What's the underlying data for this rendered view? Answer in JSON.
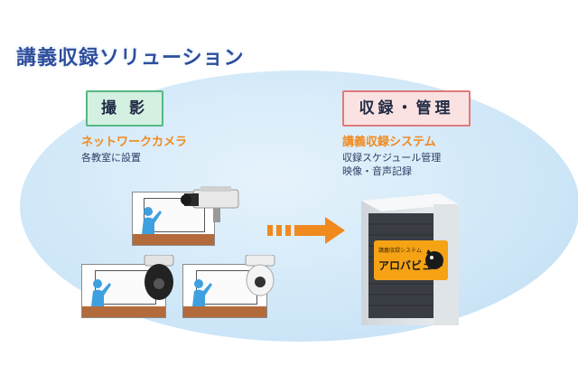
{
  "title": "講義収録ソリューション",
  "left": {
    "tag": "撮 影",
    "heading": "ネットワークカメラ",
    "desc": "各教室に設置"
  },
  "right": {
    "tag": "収録・管理",
    "heading": "講義収録システム",
    "desc_lines": [
      "収録スケジュール管理",
      "映像・音声記録"
    ]
  },
  "server_logo": {
    "small": "講義収録システム",
    "main": "アロバビュー"
  },
  "colors": {
    "title": "#2d4e9e",
    "orange": "#f08a1f",
    "shoot_border": "#54b984",
    "rec_border": "#e07a7a",
    "logo_bg": "#f5a315"
  },
  "icons": [
    "box-camera-icon",
    "dome-camera-icon",
    "white-dome-camera-icon",
    "arrow-right-icon",
    "server-icon",
    "teacher-icon"
  ]
}
